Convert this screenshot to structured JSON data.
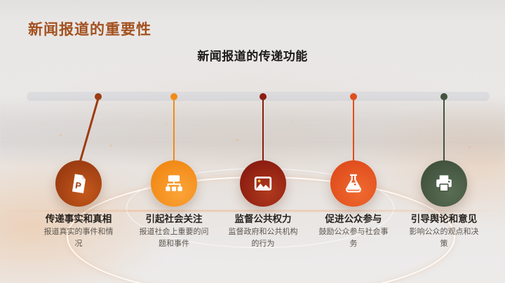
{
  "slide": {
    "title": "新闻报道的重要性",
    "title_color": "#a3511f",
    "subtitle": "新闻报道的传递功能",
    "subtitle_color": "#1d1b1a"
  },
  "timeline_bar_color": "#d2d5da",
  "items": [
    {
      "title": "传递事实和真相",
      "description": "报道真实的事件和情况",
      "icon": "powerpoint-file-icon",
      "icon_letter": "P",
      "color": "#9c3c12",
      "color_light": "#c4591c"
    },
    {
      "title": "引起社会关注",
      "description": "报道社会上重要的问题和事件",
      "icon": "org-chart-icon",
      "color": "#f28a16",
      "color_light": "#fba43a"
    },
    {
      "title": "监督公共权力",
      "description": "监督政府和公共机构的行为",
      "icon": "image-icon",
      "color": "#8c1d10",
      "color_light": "#b03a1e"
    },
    {
      "title": "促进公众参与",
      "description": "鼓励公众参与社会事务",
      "icon": "flask-icon",
      "color": "#e04e1d",
      "color_light": "#f06a30"
    },
    {
      "title": "引导舆论和意见",
      "description": "影响公众的观点和决策",
      "icon": "printer-icon",
      "color": "#42533e",
      "color_light": "#5a6e54"
    }
  ]
}
